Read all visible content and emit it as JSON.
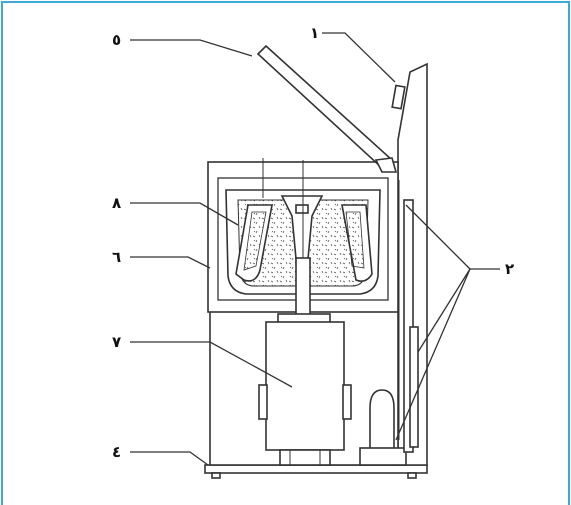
{
  "colors": {
    "frame": "#3fa9d6",
    "ink": "#333333",
    "background": "#ffffff"
  },
  "labels": [
    {
      "id": "1",
      "text": "١"
    },
    {
      "id": "2",
      "text": "٢"
    },
    {
      "id": "4",
      "text": "٤"
    },
    {
      "id": "5",
      "text": "٥"
    },
    {
      "id": "6",
      "text": "٦"
    },
    {
      "id": "7",
      "text": "٧"
    },
    {
      "id": "8",
      "text": "٨"
    }
  ]
}
